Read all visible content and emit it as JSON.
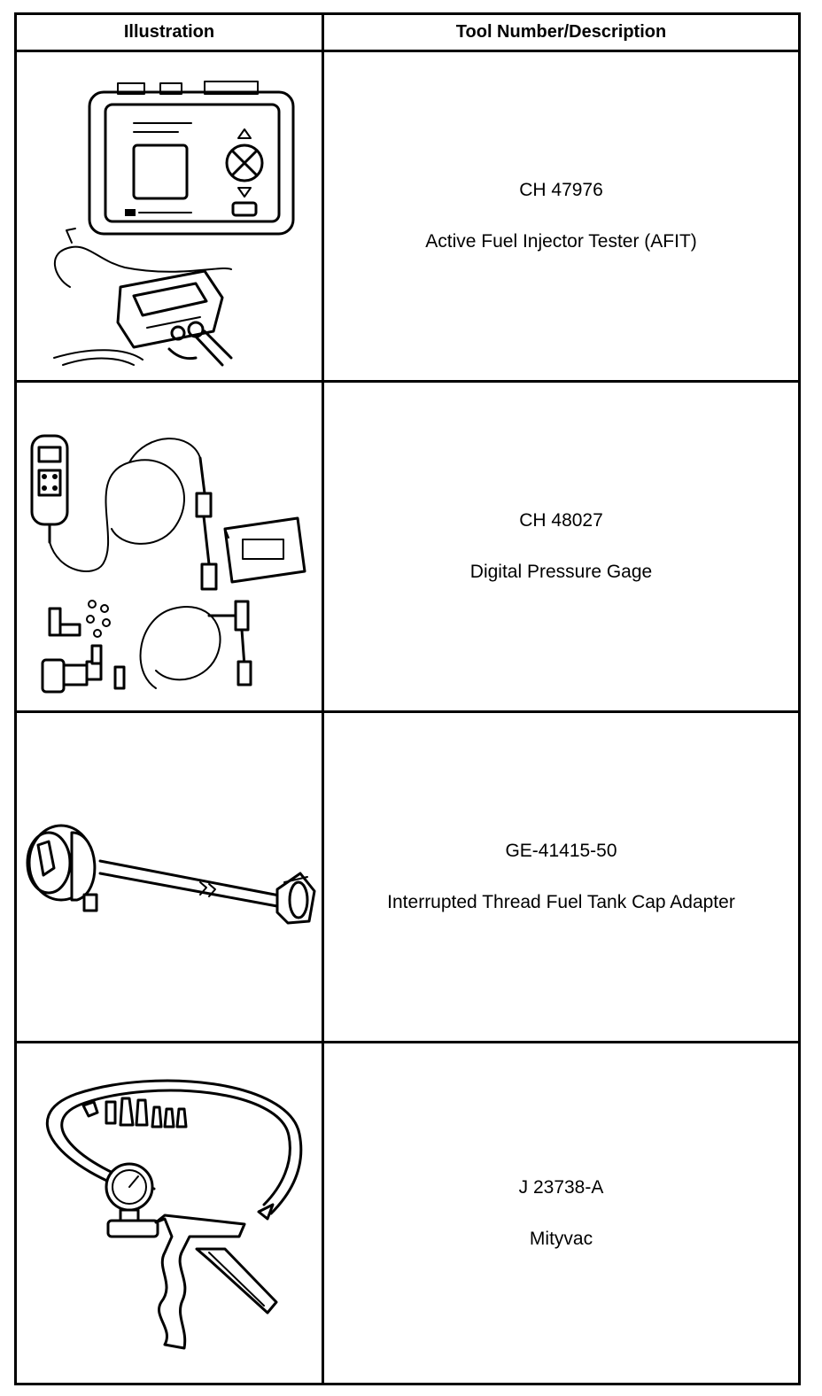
{
  "table": {
    "headers": {
      "illustration": "Illustration",
      "tool": "Tool Number/Description"
    },
    "rows": [
      {
        "number": "CH 47976",
        "description": "Active Fuel Injector Tester (AFIT)",
        "illustration_icon": "fuel-injector-tester-icon"
      },
      {
        "number": "CH 48027",
        "description": "Digital Pressure Gage",
        "illustration_icon": "pressure-gage-kit-icon"
      },
      {
        "number": "GE-41415-50",
        "description": "Interrupted Thread Fuel Tank Cap Adapter",
        "illustration_icon": "fuel-tank-cap-adapter-icon"
      },
      {
        "number": "J 23738-A",
        "description": "Mityvac",
        "illustration_icon": "vacuum-pump-icon"
      }
    ]
  }
}
